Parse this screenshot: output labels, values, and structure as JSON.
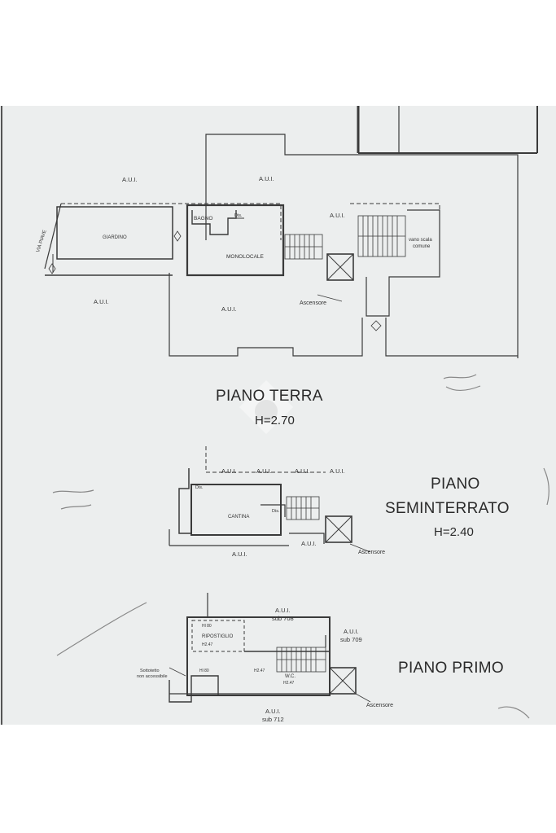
{
  "floors": {
    "terra": {
      "title": "PIANO TERRA",
      "height": "H=2.70",
      "labels": {
        "aui_1": "A.U.I.",
        "aui_2": "A.U.I.",
        "aui_3": "A.U.I.",
        "aui_4": "A.U.I.",
        "aui_5": "A.U.I.",
        "giardino": "GIARDINO",
        "bagno": "BAGNO",
        "dis": "Dis.",
        "monolocale": "MONOLOCALE",
        "via": "VIA PIAVE",
        "vano_scala_1": "vano scala",
        "vano_scala_2": "comune",
        "ascensore": "Ascensore"
      }
    },
    "seminterrato": {
      "title_1": "PIANO",
      "title_2": "SEMINTERRATO",
      "height": "H=2.40",
      "labels": {
        "aui_1": "A.U.I.",
        "aui_2": "A.U.I.",
        "aui_3": "A.U.I.",
        "aui_4": "A.U.I.",
        "aui_5": "A.U.I.",
        "aui_6": "A.U.I.",
        "dis_1": "Dis.",
        "cantina": "CANTINA",
        "dis_2": "Dis.",
        "ascensore": "Ascensore"
      }
    },
    "primo": {
      "title": "PIANO PRIMO",
      "labels": {
        "aui_708": "A.U.I.",
        "sub_708": "sub 708",
        "aui_709": "A.U.I.",
        "sub_709": "sub 709",
        "aui_712": "A.U.I.",
        "sub_712": "sub 712",
        "ripostiglio": "RIPOSTIGLIO",
        "h_1": "Hl 80",
        "h_2": "H2.47",
        "h_3": "Hl 80",
        "h_4": "H2.47",
        "wc": "W.C.",
        "wc_h": "H2.47",
        "sottotetto_1": "Sottotetto",
        "sottotetto_2": "non accessibile",
        "ascensore": "Ascensore"
      }
    }
  }
}
